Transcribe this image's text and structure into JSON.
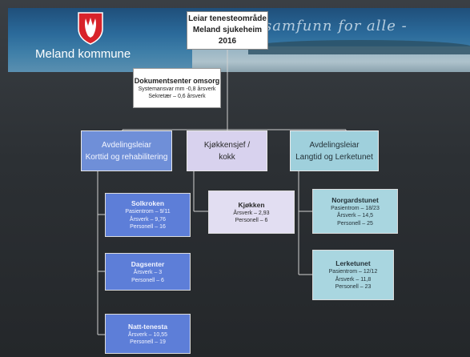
{
  "header": {
    "brand": "Meland kommune",
    "slogan": "samfunn for alle -",
    "title_lines": [
      "Leiar tenesteområde",
      "Meland sjukeheim",
      "2016"
    ]
  },
  "doc_center": {
    "title": "Dokumentsenter omsorg",
    "lines": [
      "Systemansvar mm -0,8 årsverk",
      "Sekretær – 0,6 årsverk"
    ]
  },
  "departments": [
    {
      "lines": [
        "Avdelingsleiar",
        "Korttid og rehabilitering"
      ]
    },
    {
      "lines": [
        "Kjøkkensjef /",
        "kokk"
      ]
    },
    {
      "lines": [
        "Avdelingsleiar",
        "Langtid og Lerketunet"
      ]
    }
  ],
  "units": [
    {
      "title": "Solkroken",
      "lines": [
        "Pasientrom – 9/11",
        "Årsverk – 9,76",
        "Personell – 16"
      ]
    },
    {
      "title": "Dagsenter",
      "lines": [
        "Årsverk – 3",
        "Personell – 6"
      ]
    },
    {
      "title": "Natt-tenesta",
      "lines": [
        "Årsverk – 10,55",
        "Personell – 19"
      ]
    },
    {
      "title": "Kjøkken",
      "lines": [
        "Årsverk – 2,93",
        "Personell – 6"
      ]
    },
    {
      "title": "Norgardstunet",
      "lines": [
        "Pasientrom – 18/23",
        "Årsverk – 14,5",
        "Personell – 25"
      ]
    },
    {
      "title": "Lerketunet",
      "lines": [
        "Pasientrom – 12/12",
        "Årsverk – 11,8",
        "Personell – 23"
      ]
    }
  ],
  "colors": {
    "blue": "#6f8fd8",
    "lavender": "#d8d2ee",
    "cyan": "#9fd0dc",
    "lines": "#d0d0d0"
  },
  "icons": {
    "logo": "shield-icon"
  }
}
